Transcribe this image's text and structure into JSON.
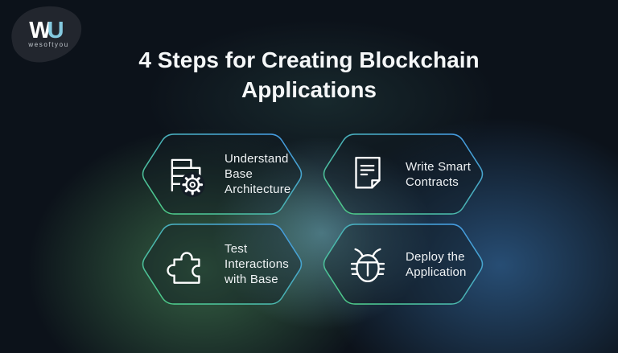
{
  "logo": {
    "brand_w": "W",
    "brand_u": "U",
    "brand_name": "wesoftyou"
  },
  "title": "4 Steps for Creating Blockchain Applications",
  "colors": {
    "background": "#0c121a",
    "accent_green": "#4ecd80",
    "accent_blue": "#4497e8",
    "card_fill": "rgba(18,28,34,0.40)",
    "icon_stroke": "#ffffff",
    "gear_badge": "#141d26",
    "text_primary": "#f0f3f5",
    "logo_u": "#84c9df"
  },
  "steps": [
    {
      "label": "Understand\nBase\nArchitecture",
      "icon": "server-gear-icon"
    },
    {
      "label": "Write Smart\nContracts",
      "icon": "smart-contract-document-icon"
    },
    {
      "label": "Test\nInteractions\nwith Base",
      "icon": "puzzle-piece-icon"
    },
    {
      "label": "Deploy the\nApplication",
      "icon": "bug-icon"
    }
  ]
}
